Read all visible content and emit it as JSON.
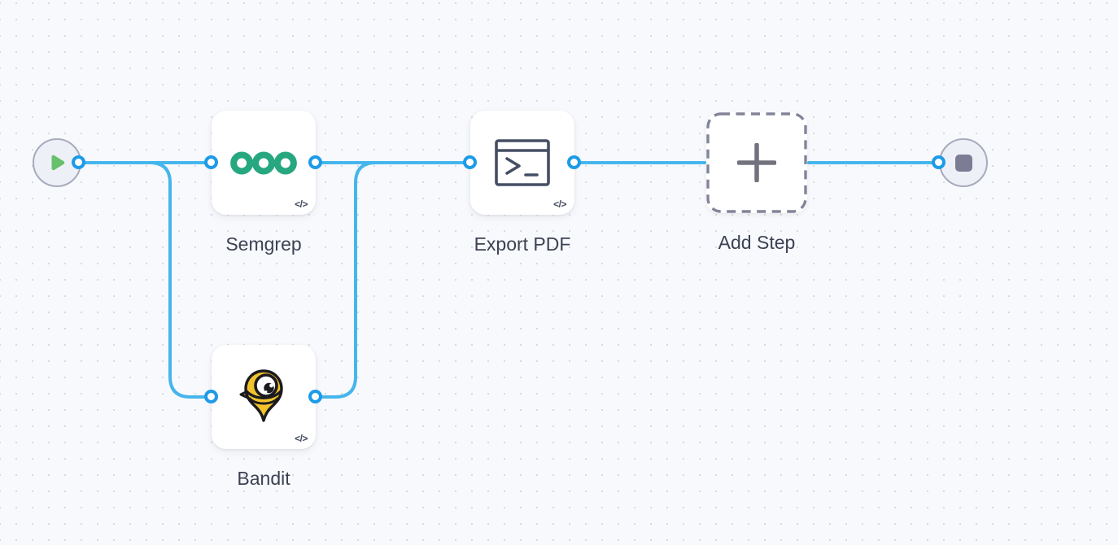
{
  "canvas": {
    "background_color": "#f8f9fc",
    "grid_dot_color": "#d7d9e2",
    "edge_color": "#45b6ec",
    "port_color": "#1e9be8"
  },
  "nodes": {
    "start": {
      "kind": "trigger",
      "icon": "play-icon",
      "icon_color": "#67c06b"
    },
    "semgrep": {
      "label": "Semgrep",
      "icon": "semgrep-logo",
      "logo_color": "#27a77f",
      "badge": "</>"
    },
    "bandit": {
      "label": "Bandit",
      "icon": "bandit-logo",
      "logo_color": "#f3c32c",
      "badge": "</>"
    },
    "export_pdf": {
      "label": "Export PDF",
      "icon": "terminal-icon",
      "icon_color": "#454e63",
      "badge": "</>"
    },
    "add_step": {
      "label": "Add Step",
      "icon": "plus-icon",
      "icon_color": "#73737f"
    },
    "end": {
      "kind": "terminator",
      "icon": "stop-icon",
      "icon_color": "#7c7c94"
    }
  }
}
